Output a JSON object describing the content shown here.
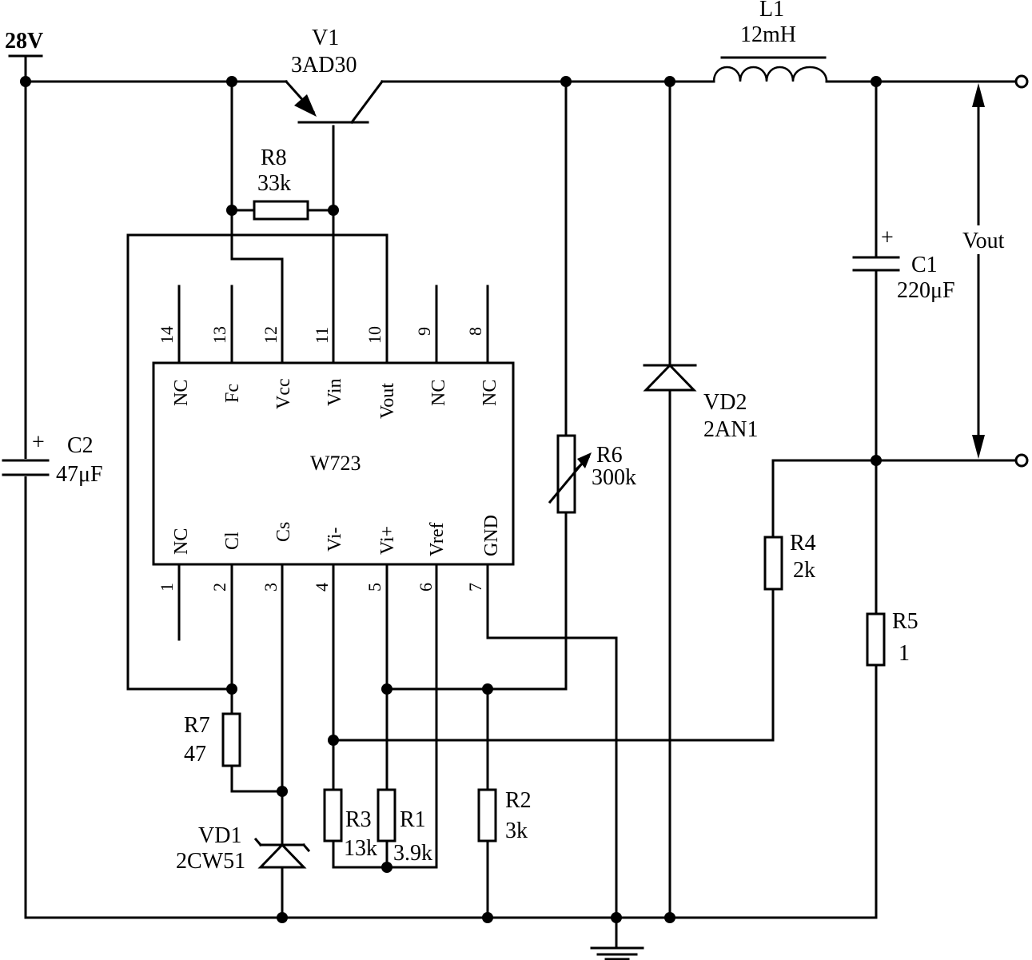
{
  "supply": {
    "label": "28V"
  },
  "transistor": {
    "ref": "V1",
    "value": "3AD30"
  },
  "inductor": {
    "ref": "L1",
    "value": "12mH"
  },
  "r8": {
    "ref": "R8",
    "value": "33k"
  },
  "c1": {
    "ref": "C1",
    "value": "220μF",
    "polarity": "+"
  },
  "c2": {
    "ref": "C2",
    "value": "47μF",
    "polarity": "+"
  },
  "output": {
    "label": "Vout"
  },
  "ic": {
    "name": "W723",
    "top_pins": [
      {
        "num": "14",
        "name": "NC"
      },
      {
        "num": "13",
        "name": "Fc"
      },
      {
        "num": "12",
        "name": "Vcc"
      },
      {
        "num": "11",
        "name": "Vin"
      },
      {
        "num": "10",
        "name": "Vout"
      },
      {
        "num": "9",
        "name": "NC"
      },
      {
        "num": "8",
        "name": "NC"
      }
    ],
    "bottom_pins": [
      {
        "num": "1",
        "name": "NC"
      },
      {
        "num": "2",
        "name": "Cl"
      },
      {
        "num": "3",
        "name": "Cs"
      },
      {
        "num": "4",
        "name": "Vi-"
      },
      {
        "num": "5",
        "name": "Vi+"
      },
      {
        "num": "6",
        "name": "Vref"
      },
      {
        "num": "7",
        "name": "GND"
      }
    ]
  },
  "r6": {
    "ref": "R6",
    "value": "300k"
  },
  "vd2": {
    "ref": "VD2",
    "value": "2AN1"
  },
  "r4": {
    "ref": "R4",
    "value": "2k"
  },
  "r5": {
    "ref": "R5",
    "value": "1"
  },
  "r7": {
    "ref": "R7",
    "value": "47"
  },
  "vd1": {
    "ref": "VD1",
    "value": "2CW51"
  },
  "r3": {
    "ref": "R3",
    "value": "13k"
  },
  "r1": {
    "ref": "R1",
    "value": "3.9k"
  },
  "r2": {
    "ref": "R2",
    "value": "3k"
  }
}
